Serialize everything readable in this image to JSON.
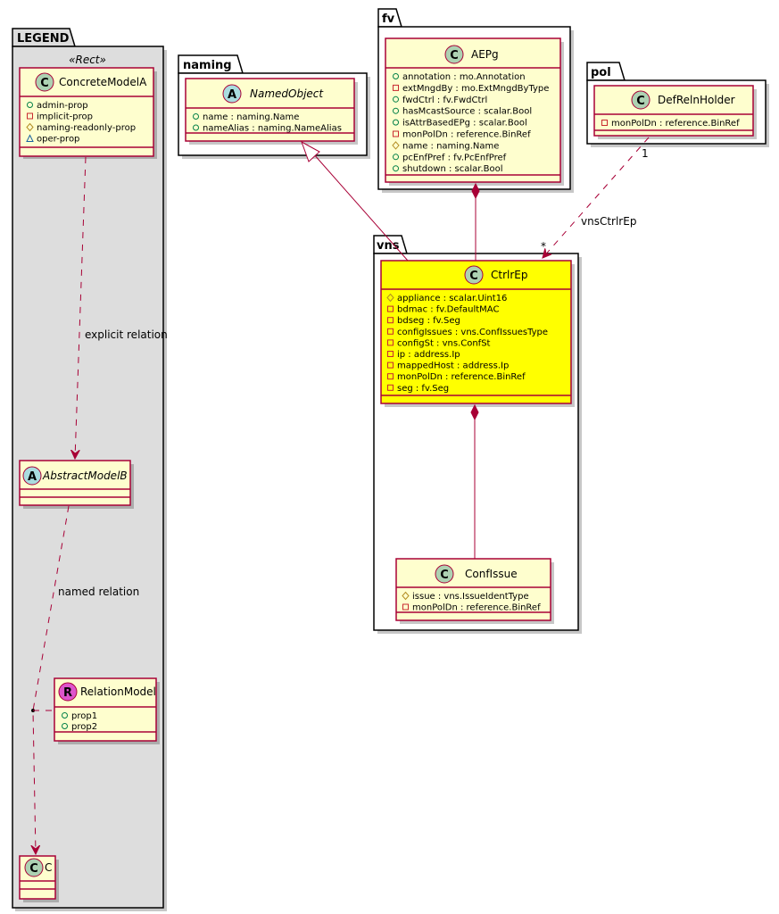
{
  "packages": [
    {
      "id": "legend",
      "title": "LEGEND"
    },
    {
      "id": "naming",
      "title": "naming"
    },
    {
      "id": "fv",
      "title": "fv"
    },
    {
      "id": "pol",
      "title": "pol"
    },
    {
      "id": "vns",
      "title": "vns"
    }
  ],
  "legend": {
    "stereotype": "«Rect»",
    "concrete": {
      "kind": "C",
      "name": "ConcreteModelA",
      "attributes": [
        {
          "visibility": "public",
          "text": "admin-prop"
        },
        {
          "visibility": "private",
          "text": "implicit-prop"
        },
        {
          "visibility": "protected",
          "text": "naming-readonly-prop"
        },
        {
          "visibility": "package",
          "text": "oper-prop"
        }
      ]
    },
    "abstract": {
      "kind": "A",
      "name": "AbstractModelB"
    },
    "relation_model": {
      "kind": "R",
      "name": "RelationModel",
      "attributes": [
        {
          "visibility": "public",
          "text": "prop1"
        },
        {
          "visibility": "public",
          "text": "prop2"
        }
      ]
    },
    "target": {
      "kind": "C",
      "name": "C"
    },
    "explicit_label": "explicit relation",
    "named_label": "named relation"
  },
  "classes": {
    "named_object": {
      "kind": "A",
      "name": "NamedObject",
      "attributes": [
        {
          "visibility": "public",
          "text": "name : naming.Name"
        },
        {
          "visibility": "public",
          "text": "nameAlias : naming.NameAlias"
        }
      ]
    },
    "aepg": {
      "kind": "C",
      "name": "AEPg",
      "attributes": [
        {
          "visibility": "public",
          "text": "annotation : mo.Annotation"
        },
        {
          "visibility": "private",
          "text": "extMngdBy : mo.ExtMngdByType"
        },
        {
          "visibility": "public",
          "text": "fwdCtrl : fv.FwdCtrl"
        },
        {
          "visibility": "public",
          "text": "hasMcastSource : scalar.Bool"
        },
        {
          "visibility": "public",
          "text": "isAttrBasedEPg : scalar.Bool"
        },
        {
          "visibility": "private",
          "text": "monPolDn : reference.BinRef"
        },
        {
          "visibility": "protected",
          "text": "name : naming.Name"
        },
        {
          "visibility": "public",
          "text": "pcEnfPref : fv.PcEnfPref"
        },
        {
          "visibility": "public",
          "text": "shutdown : scalar.Bool"
        }
      ]
    },
    "def_reln_holder": {
      "kind": "C",
      "name": "DefRelnHolder",
      "attributes": [
        {
          "visibility": "private",
          "text": "monPolDn : reference.BinRef"
        }
      ]
    },
    "ctrlr_ep": {
      "kind": "C",
      "name": "CtrlrEp",
      "highlighted": true,
      "attributes": [
        {
          "visibility": "protected",
          "text": "appliance : scalar.Uint16"
        },
        {
          "visibility": "private",
          "text": "bdmac : fv.DefaultMAC"
        },
        {
          "visibility": "private",
          "text": "bdseg : fv.Seg"
        },
        {
          "visibility": "private",
          "text": "configIssues : vns.ConfIssuesType"
        },
        {
          "visibility": "private",
          "text": "configSt : vns.ConfSt"
        },
        {
          "visibility": "private",
          "text": "ip : address.Ip"
        },
        {
          "visibility": "private",
          "text": "mappedHost : address.Ip"
        },
        {
          "visibility": "private",
          "text": "monPolDn : reference.BinRef"
        },
        {
          "visibility": "private",
          "text": "seg : fv.Seg"
        }
      ]
    },
    "conf_issue": {
      "kind": "C",
      "name": "ConfIssue",
      "attributes": [
        {
          "visibility": "protected",
          "text": "issue : vns.IssueIdentType"
        },
        {
          "visibility": "private",
          "text": "monPolDn : reference.BinRef"
        }
      ]
    }
  },
  "relations": {
    "vns_ctrlr_ep": {
      "label": "vnsCtrlrEp",
      "source_mult": "1",
      "target_mult": "*"
    }
  },
  "colors": {
    "class_fill": "#fefece",
    "class_border": "#a80036",
    "highlight_fill": "#ffff00",
    "legend_fill": "#dddddd",
    "public": "#038048",
    "private": "#c82930",
    "protected": "#b38d22",
    "package": "#1963a0"
  }
}
